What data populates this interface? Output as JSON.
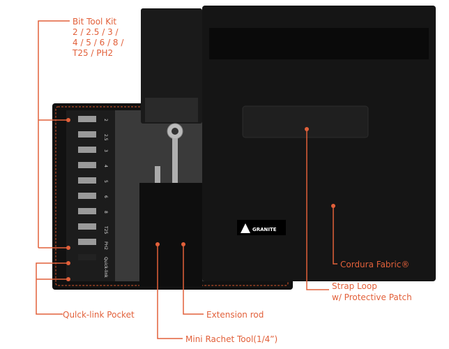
{
  "callouts": {
    "bit_kit_title": "Bit Tool Kit",
    "bit_kit_sizes": [
      "2 / 2.5 / 3 /",
      "4 / 5 / 6 / 8 /",
      "T25 / PH2"
    ],
    "quick_link": "Qulck-link Pocket",
    "extension": "Extension rod",
    "ratchet": "Mini Rachet Tool(1/4”)",
    "strap": [
      "Strap Loop",
      "w/ Protective Patch"
    ],
    "cordura": "Cordura Fabric®"
  },
  "bit_labels": [
    "2",
    "2.5",
    "3",
    "4",
    "5",
    "6",
    "8",
    "T25",
    "PH2",
    "Quick-link"
  ],
  "logo": "GRANITE",
  "colors": {
    "accent": "#e2603a",
    "fabric": "#141414",
    "gray": "#3a3a3a"
  }
}
